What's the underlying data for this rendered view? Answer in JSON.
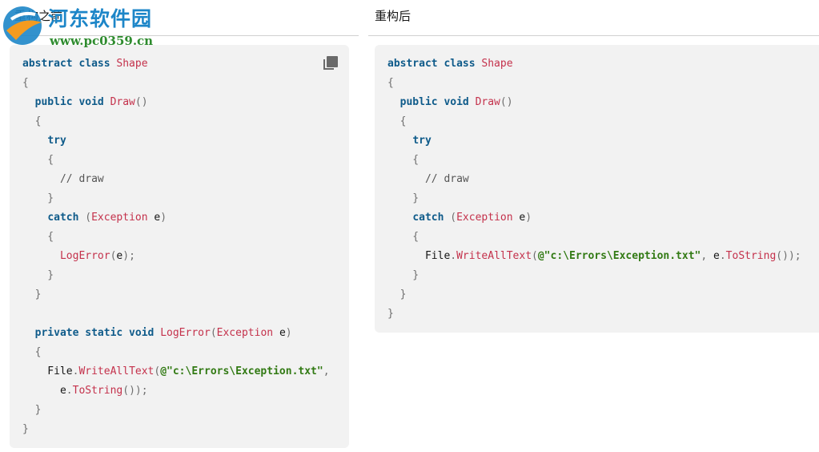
{
  "headers": {
    "left": "重构之前",
    "right": "重构后"
  },
  "watermark": {
    "title": "河东软件园",
    "url": "www.pc0359.cn"
  },
  "copy_button": {
    "icon": "copy-icon"
  },
  "colors": {
    "keyword": "#0f5b8a",
    "type": "#c4314b",
    "punct": "#6e6e6e",
    "comment": "#555555",
    "string": "#327a14",
    "panel_bg": "#f2f2f2"
  },
  "left_code": [
    [
      [
        "kw",
        "abstract class "
      ],
      [
        "ty",
        "Shape"
      ]
    ],
    [
      [
        "pn",
        "{"
      ]
    ],
    [
      [
        "tx",
        "  "
      ],
      [
        "kw",
        "public void "
      ],
      [
        "fn",
        "Draw"
      ],
      [
        "pn",
        "()"
      ]
    ],
    [
      [
        "pn",
        "  {"
      ]
    ],
    [
      [
        "tx",
        "    "
      ],
      [
        "kw",
        "try"
      ]
    ],
    [
      [
        "pn",
        "    {"
      ]
    ],
    [
      [
        "cm",
        "      // draw"
      ]
    ],
    [
      [
        "pn",
        "    }"
      ]
    ],
    [
      [
        "tx",
        "    "
      ],
      [
        "kw",
        "catch "
      ],
      [
        "pn",
        "("
      ],
      [
        "ty",
        "Exception "
      ],
      [
        "tx",
        "e"
      ],
      [
        "pn",
        ")"
      ]
    ],
    [
      [
        "pn",
        "    {"
      ]
    ],
    [
      [
        "tx",
        "      "
      ],
      [
        "fn",
        "LogError"
      ],
      [
        "pn",
        "("
      ],
      [
        "tx",
        "e"
      ],
      [
        "pn",
        ");"
      ]
    ],
    [
      [
        "pn",
        "    }"
      ]
    ],
    [
      [
        "pn",
        "  }"
      ]
    ],
    [
      [
        "tx",
        ""
      ]
    ],
    [
      [
        "tx",
        "  "
      ],
      [
        "kw",
        "private static void "
      ],
      [
        "fn",
        "LogError"
      ],
      [
        "pn",
        "("
      ],
      [
        "ty",
        "Exception "
      ],
      [
        "tx",
        "e"
      ],
      [
        "pn",
        ")"
      ]
    ],
    [
      [
        "pn",
        "  {"
      ]
    ],
    [
      [
        "tx",
        "    File"
      ],
      [
        "pn",
        "."
      ],
      [
        "fn",
        "WriteAllText"
      ],
      [
        "pn",
        "("
      ],
      [
        "st",
        "@\"c:\\Errors\\Exception.txt\""
      ],
      [
        "pn",
        ","
      ]
    ],
    [
      [
        "tx",
        "      e"
      ],
      [
        "pn",
        "."
      ],
      [
        "fn",
        "ToString"
      ],
      [
        "pn",
        "());"
      ]
    ],
    [
      [
        "pn",
        "  }"
      ]
    ],
    [
      [
        "pn",
        "}"
      ]
    ]
  ],
  "right_code": [
    [
      [
        "kw",
        "abstract class "
      ],
      [
        "ty",
        "Shape"
      ]
    ],
    [
      [
        "pn",
        "{"
      ]
    ],
    [
      [
        "tx",
        "  "
      ],
      [
        "kw",
        "public void "
      ],
      [
        "fn",
        "Draw"
      ],
      [
        "pn",
        "()"
      ]
    ],
    [
      [
        "pn",
        "  {"
      ]
    ],
    [
      [
        "tx",
        "    "
      ],
      [
        "kw",
        "try"
      ]
    ],
    [
      [
        "pn",
        "    {"
      ]
    ],
    [
      [
        "cm",
        "      // draw"
      ]
    ],
    [
      [
        "pn",
        "    }"
      ]
    ],
    [
      [
        "tx",
        "    "
      ],
      [
        "kw",
        "catch "
      ],
      [
        "pn",
        "("
      ],
      [
        "ty",
        "Exception "
      ],
      [
        "tx",
        "e"
      ],
      [
        "pn",
        ")"
      ]
    ],
    [
      [
        "pn",
        "    {"
      ]
    ],
    [
      [
        "tx",
        "      File"
      ],
      [
        "pn",
        "."
      ],
      [
        "fn",
        "WriteAllText"
      ],
      [
        "pn",
        "("
      ],
      [
        "st",
        "@\"c:\\Errors\\Exception.txt\""
      ],
      [
        "pn",
        ", "
      ],
      [
        "tx",
        "e"
      ],
      [
        "pn",
        "."
      ],
      [
        "fn",
        "ToString"
      ],
      [
        "pn",
        "());"
      ]
    ],
    [
      [
        "pn",
        "    }"
      ]
    ],
    [
      [
        "pn",
        "  }"
      ]
    ],
    [
      [
        "pn",
        "}"
      ]
    ]
  ]
}
